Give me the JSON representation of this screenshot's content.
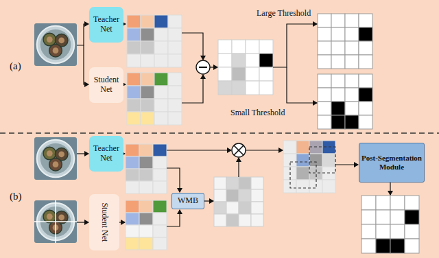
{
  "diagram": {
    "nodes": [
      {
        "text": [
          "Teacher Net"
        ]
      },
      {
        "text": [
          "Student Net"
        ]
      },
      {
        "text": [
          "Teacher Net"
        ]
      },
      {
        "text": [
          "Student Net"
        ]
      },
      {
        "text": [
          "WMB"
        ]
      },
      {
        "text": [
          "Post-Segmentation Module"
        ]
      }
    ],
    "labels": [
      "(a)",
      "Large Threshold",
      "Small Threshold",
      "(b)"
    ]
  }
}
